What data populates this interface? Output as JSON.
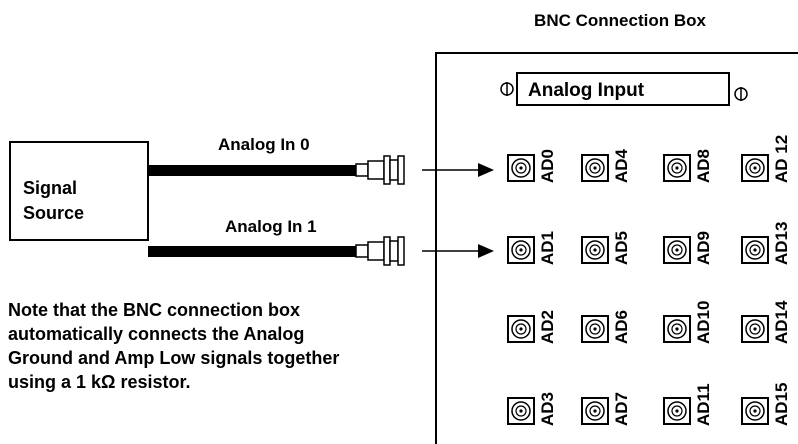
{
  "box_title": "BNC Connection Box",
  "connector_block": {
    "label": "Analog Input"
  },
  "source": {
    "label_line1": "Signal",
    "label_line2": "Source"
  },
  "cables": [
    {
      "label": "Analog In 0"
    },
    {
      "label": "Analog In 1"
    }
  ],
  "note": [
    "Note that the BNC connection box",
    "automatically connects the Analog",
    "Ground and Amp Low signals together",
    "using a 1 kΩ resistor."
  ],
  "channels": [
    [
      "AD0",
      "AD4",
      "AD8",
      "AD 12"
    ],
    [
      "AD1",
      "AD5",
      "AD9",
      "AD13"
    ],
    [
      "AD2",
      "AD6",
      "AD10",
      "AD14"
    ],
    [
      "AD3",
      "AD7",
      "AD11",
      "AD15"
    ]
  ]
}
